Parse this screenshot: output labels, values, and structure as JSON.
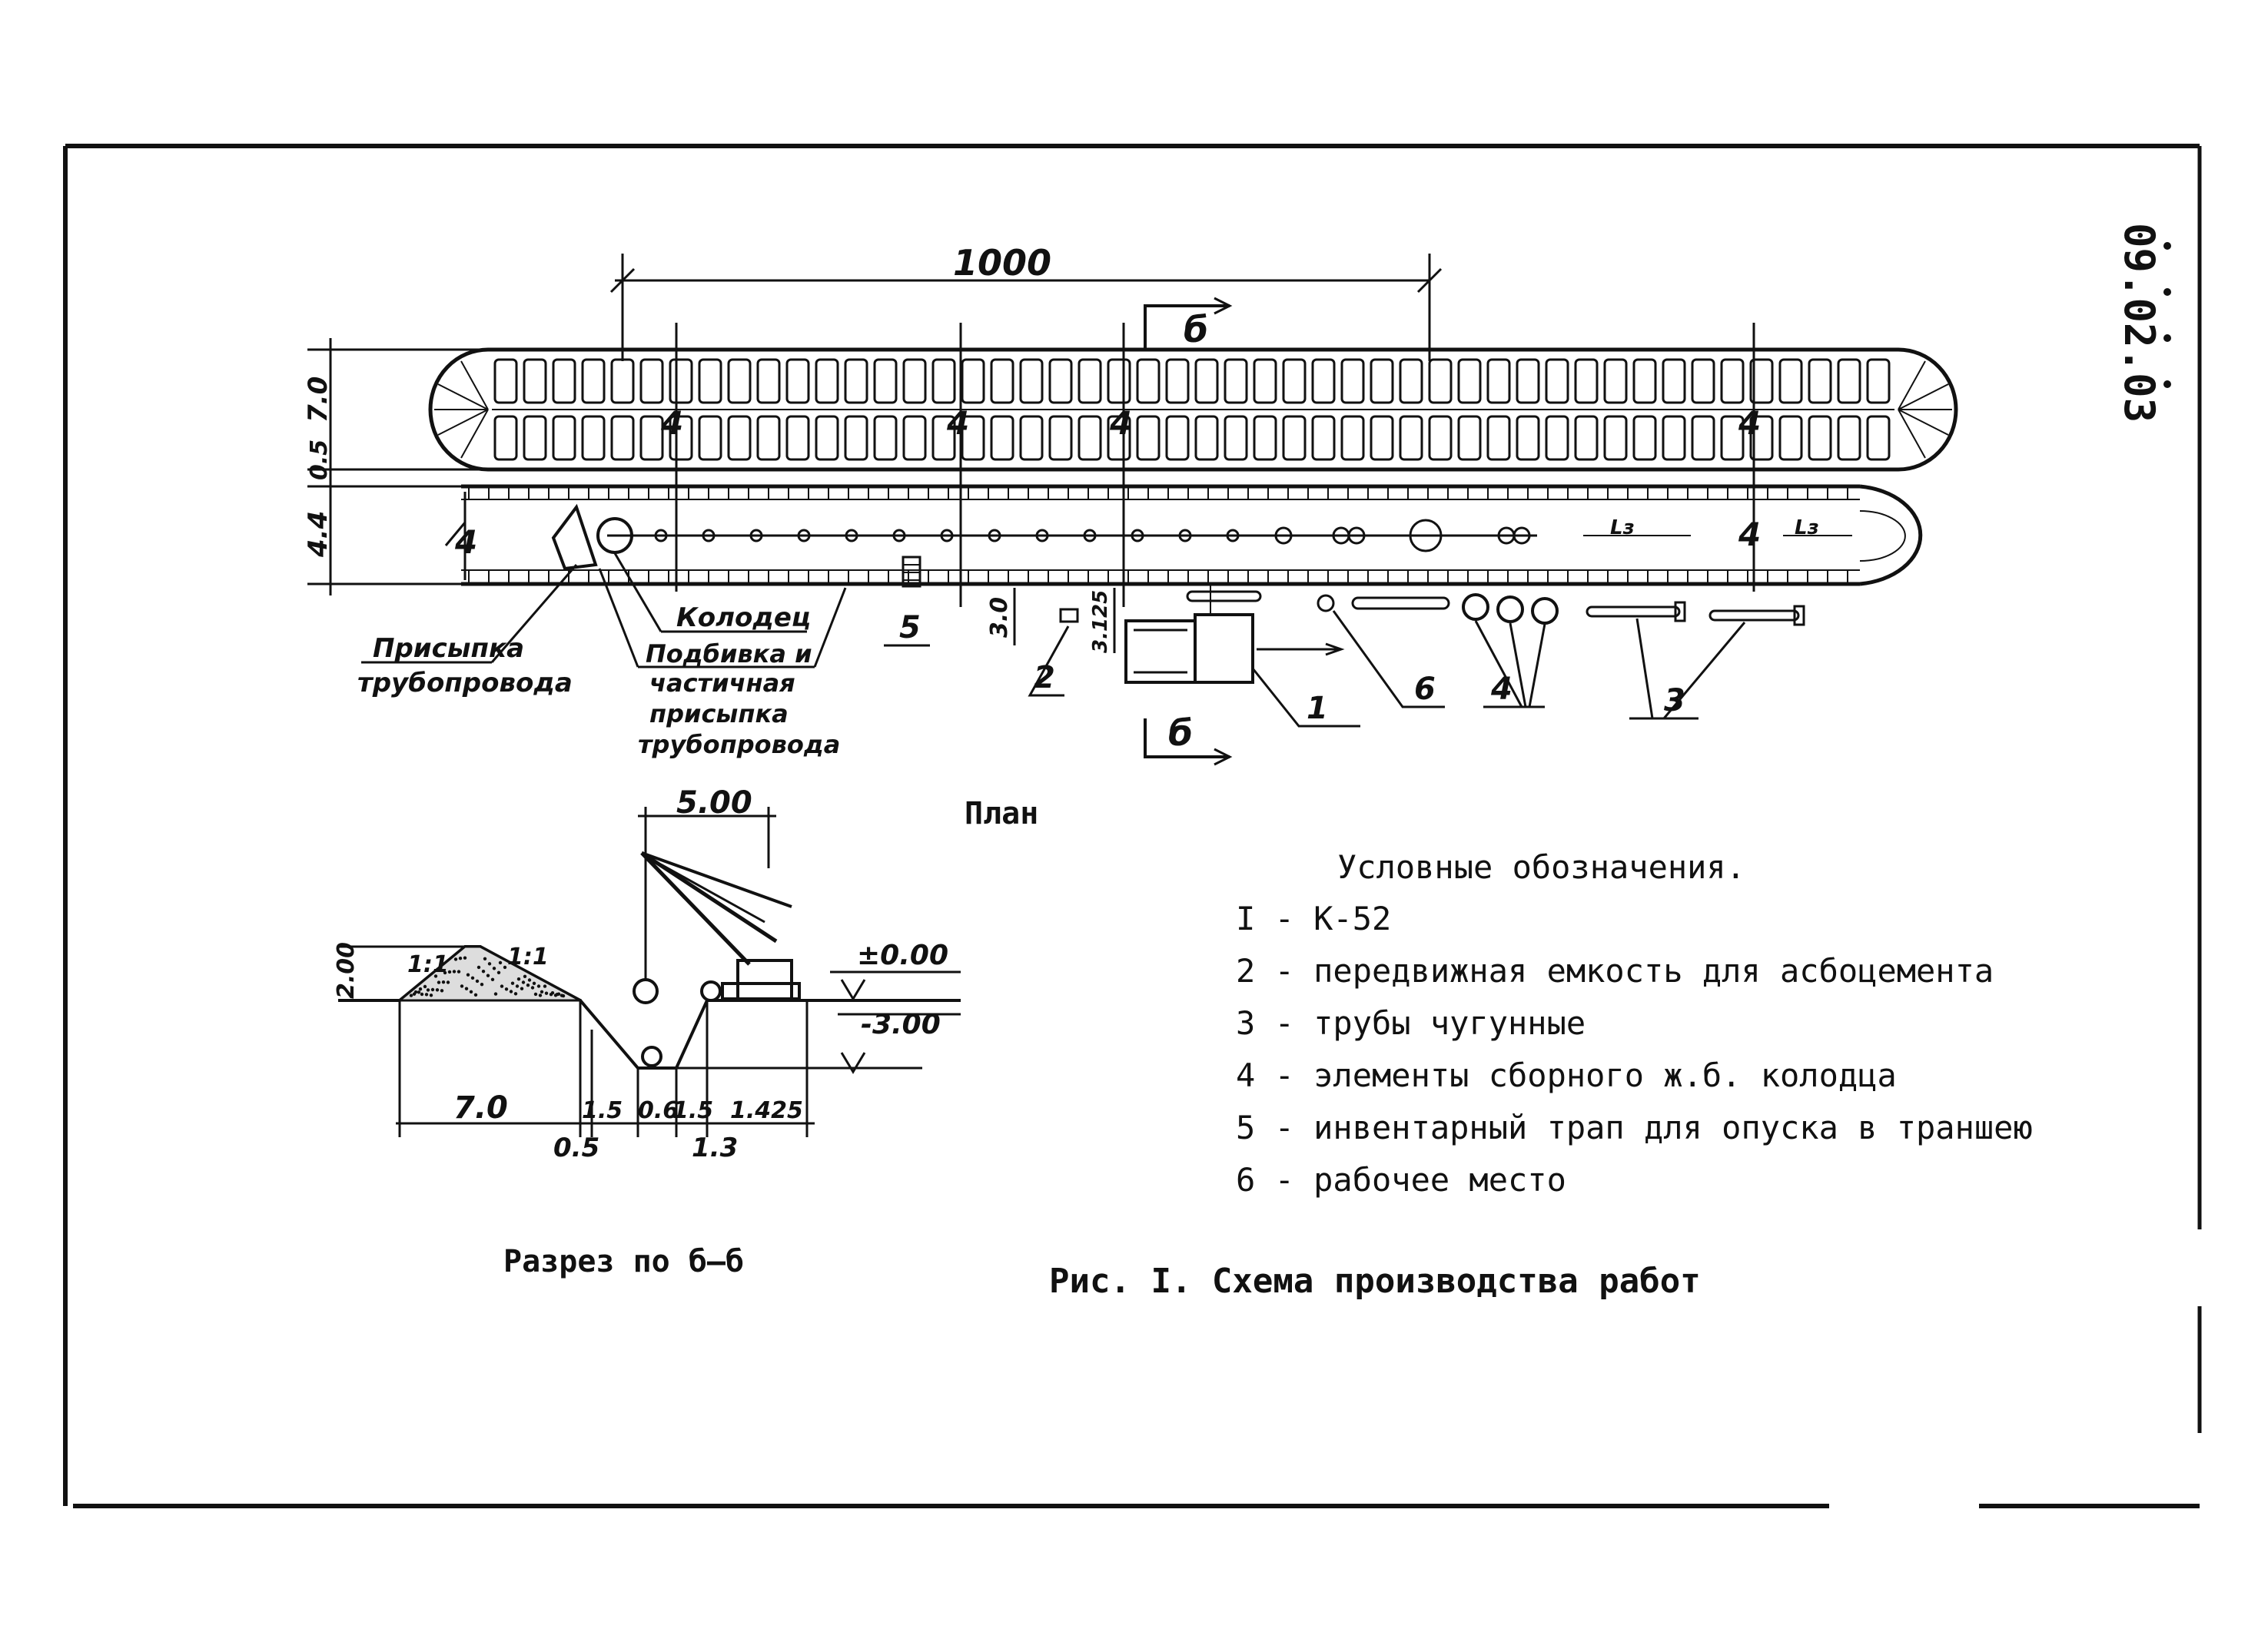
{
  "sheet_code": "09.02.03",
  "plan": {
    "caption": "План",
    "dim_length": "1000",
    "dims_left": [
      "7.0",
      "0.5",
      "4.4"
    ],
    "section_mark": "б",
    "zone_mark": "4",
    "ls_mark": "Lз",
    "cut_mark_left": "4",
    "num_5": "5",
    "num_2": "2",
    "num_1": "1",
    "num_6": "6",
    "num_4": "4",
    "num_3": "3",
    "dim_30": "3.0",
    "dim_3125": "3.125",
    "note_backfill_title": "Присыпка",
    "note_backfill_sub": "трубопровода",
    "note_well": "Колодец",
    "note_push_1": "Подбивка и",
    "note_push_2": "частичная",
    "note_push_3": "присыпка",
    "note_push_4": "трубопровода"
  },
  "section": {
    "caption": "Разрез по б–б",
    "top_dim": "5.00",
    "elev_top": "±0.00",
    "elev_bottom": "-3.00",
    "height_left": "2.00",
    "slope_left": "1:1",
    "slope_right": "1:1",
    "dim_70": "7.0",
    "dim_15": "1.5",
    "dim_05": "0.5",
    "dim_15b": "1.5",
    "dim_13": "1.3",
    "dim_1425": "1.425",
    "dim_a": "0.6"
  },
  "legend": {
    "title": "Условные обозначения.",
    "items": [
      "I - К-52",
      "2 - передвижная емкость для асбоцемента",
      "3 - трубы чугунные",
      "4 - элементы сборного ж.б. колодца",
      "5 - инвентарный трап для опуска в траншею",
      "6 - рабочее место"
    ]
  },
  "figure_caption": "Рис. I. Схема производства работ"
}
